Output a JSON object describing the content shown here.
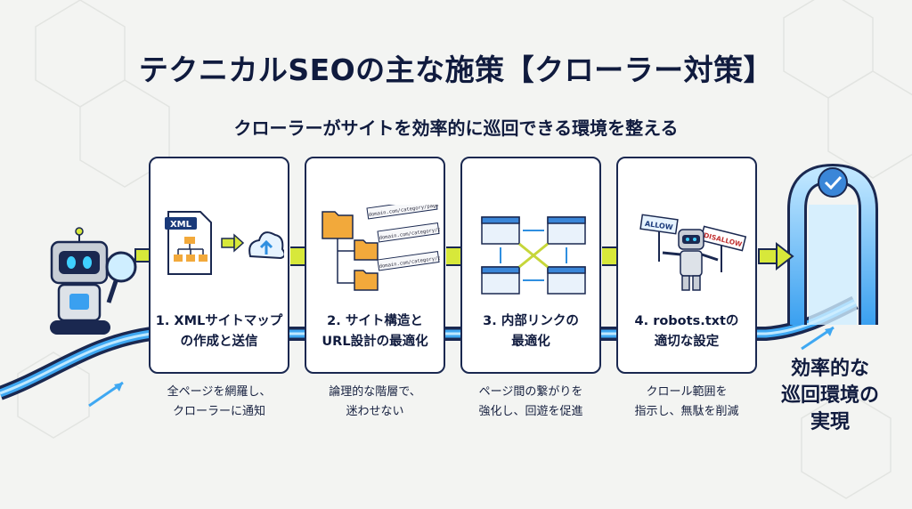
{
  "title": "テクニカルSEOの主な施策【クローラー対策】",
  "subtitle": "クローラーがサイトを効率的に巡回できる環境を整える",
  "steps": [
    {
      "label_line1": "1. XMLサイトマップ",
      "label_line2": "の作成と送信",
      "desc_line1": "全ページを網羅し、",
      "desc_line2": "クローラーに通知",
      "illus_text": "XML"
    },
    {
      "label_line1": "2. サイト構造と",
      "label_line2": "URL設計の最適化",
      "desc_line1": "論理的な階層で、",
      "desc_line2": "迷わせない",
      "illus_text": "domain.com/category/page"
    },
    {
      "label_line1": "3. 内部リンクの",
      "label_line2": "最適化",
      "desc_line1": "ページ間の繋がりを",
      "desc_line2": "強化し、回遊を促進"
    },
    {
      "label_line1": "4. robots.txtの",
      "label_line2": "適切な設定",
      "desc_line1": "クロール範囲を",
      "desc_line2": "指示し、無駄を削減",
      "sign_allow": "ALLOW",
      "sign_disallow": "DISALLOW"
    }
  ],
  "result": {
    "line1": "効率的な",
    "line2": "巡回環境の",
    "line3": "実現"
  },
  "colors": {
    "navy": "#101b3e",
    "accent_blue": "#2f8fe0",
    "accent_lime": "#d7e83a",
    "folder_orange": "#f2a93b"
  }
}
